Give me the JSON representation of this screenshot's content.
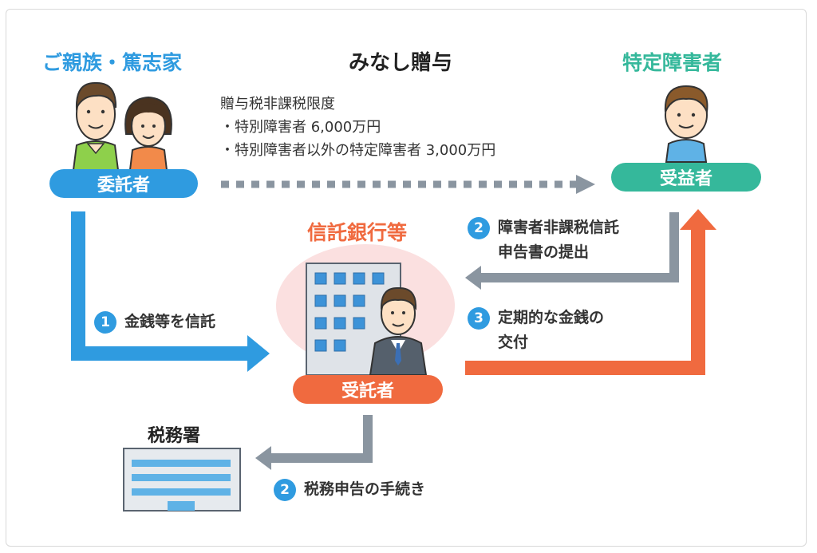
{
  "title": "みなし贈与",
  "parties": {
    "family": {
      "heading": "ご親族・篤志家",
      "role": "委託者"
    },
    "beneficiary": {
      "heading": "特定障害者",
      "role": "受益者"
    },
    "bank": {
      "heading": "信託銀行等",
      "role": "受託者"
    },
    "tax_office": {
      "heading": "税務署"
    }
  },
  "tax_limit": {
    "heading": "贈与税非課税限度",
    "lines": [
      "・特別障害者 6,000万円",
      "・特別障害者以外の特定障害者 3,000万円"
    ]
  },
  "steps": [
    {
      "number": "1",
      "text": "金銭等を信託"
    },
    {
      "number": "2",
      "text": "障害者非課税信託\n申告書の提出"
    },
    {
      "number": "3",
      "text": "定期的な金銭の\n交付"
    },
    {
      "number": "2",
      "text": "税務申告の手続き"
    }
  ],
  "colors": {
    "blue": "#2f9be0",
    "green": "#35b89b",
    "red": "#f06a3f",
    "gray_arrow": "#8a95a0"
  }
}
